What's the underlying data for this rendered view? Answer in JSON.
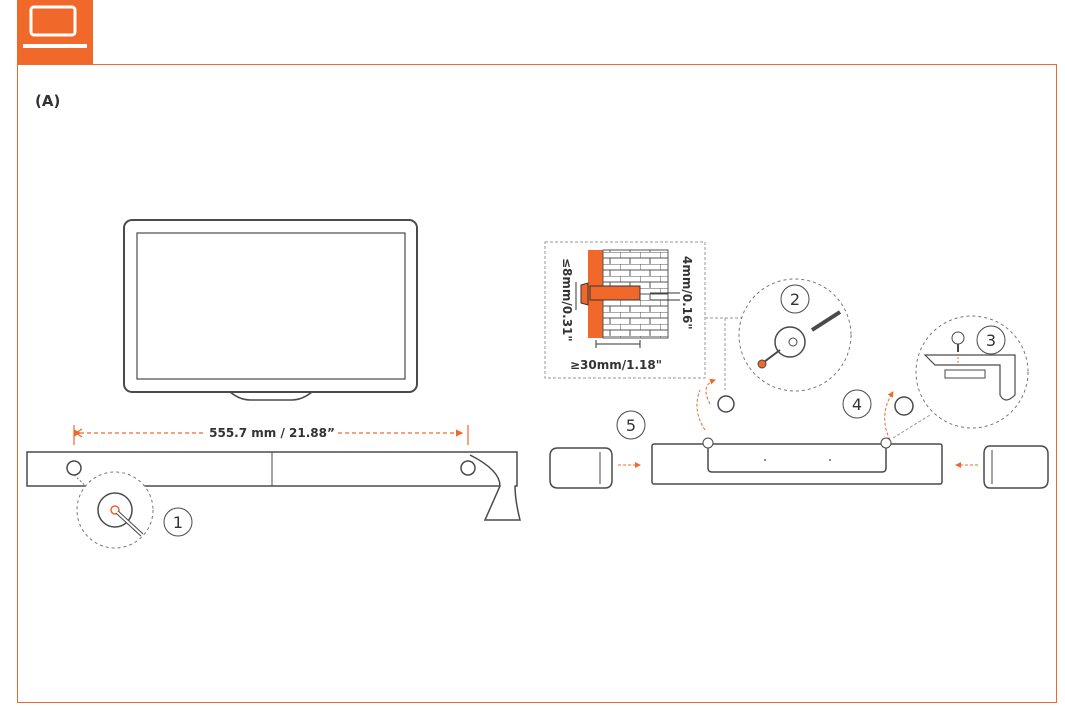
{
  "header": {
    "icon": "tv-icon"
  },
  "section": {
    "label": "(A)"
  },
  "measurement": {
    "distance": "555.7 mm / 21.88”"
  },
  "wall_detail": {
    "anchor_length": "≥30mm/1.18\"",
    "screw_gap": "4mm/0.16\"",
    "wall_depth": "≤8mm/0.31\""
  },
  "steps": [
    "1",
    "2",
    "3",
    "4",
    "5"
  ],
  "colors": {
    "accent": "#f0692a",
    "line": "#4a4a4a"
  }
}
